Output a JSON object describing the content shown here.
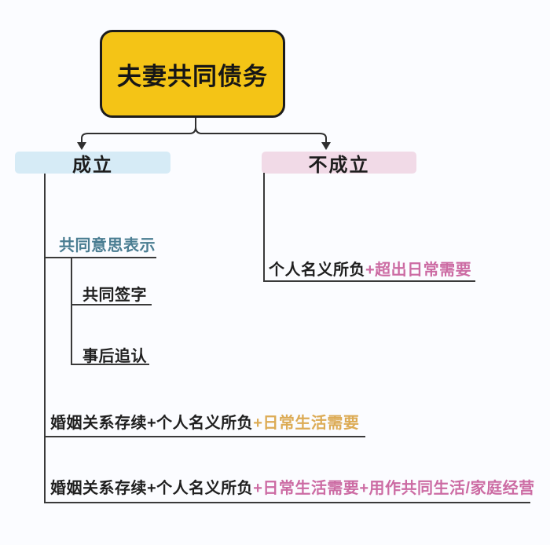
{
  "title": {
    "label": "夫妻共同债务"
  },
  "colors": {
    "accent_yellow": "#f4c416",
    "light_blue": "#d6ebf6",
    "light_pink": "#f1dae7",
    "teal_text": "#4a7d92",
    "pink_text": "#cc6ba3",
    "gold_text": "#dcab55",
    "line_color": "#3a3a3a"
  },
  "branch_established": {
    "header": "成立",
    "joint_intent": {
      "label": "共同意思表示",
      "children": {
        "joint_signature": "共同签字",
        "post_ratification": "事后追认"
      }
    },
    "daily_needs_row": {
      "prefix": "婚姻关系存续+个人名义所负",
      "highlight": "+日常生活需要"
    },
    "family_business_row": {
      "prefix": "婚姻关系存续+个人名义所负",
      "highlight": "+日常生活需要+用作共同生活/家庭经营"
    }
  },
  "branch_not_established": {
    "header": "不成立",
    "personal_debt_row": {
      "prefix": "个人名义所负",
      "highlight": "+超出日常需要"
    }
  }
}
